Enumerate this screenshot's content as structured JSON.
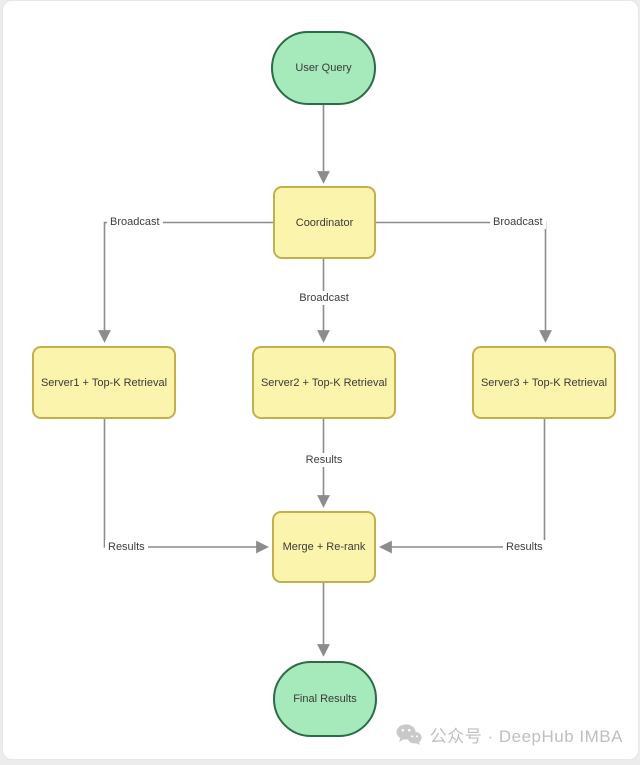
{
  "diagram": {
    "title_implied": "Broadcast / Top-K retrieval / merge flow",
    "nodes": {
      "user_query": {
        "label": "User Query",
        "type": "terminal"
      },
      "coordinator": {
        "label": "Coordinator",
        "type": "process"
      },
      "server1": {
        "label": "Server1 + Top-K Retrieval",
        "type": "process"
      },
      "server2": {
        "label": "Server2 + Top-K Retrieval",
        "type": "process"
      },
      "server3": {
        "label": "Server3 + Top-K Retrieval",
        "type": "process"
      },
      "merge": {
        "label": "Merge + Re-rank",
        "type": "process"
      },
      "final_results": {
        "label": "Final Results",
        "type": "terminal"
      }
    },
    "edge_labels": {
      "broadcast_left": "Broadcast",
      "broadcast_center": "Broadcast",
      "broadcast_right": "Broadcast",
      "results_center": "Results",
      "results_left": "Results",
      "results_right": "Results"
    },
    "colors": {
      "terminal_fill": "#a6e9ba",
      "terminal_border": "#2d6a47",
      "process_fill": "#fbf4ac",
      "process_border": "#c2b04e",
      "edge": "#8c8c8c",
      "label_text": "#3d3d3d",
      "background": "#ffffff"
    }
  },
  "watermark": {
    "icon": "wechat-icon",
    "text": "公众号 · DeepHub IMBA"
  }
}
